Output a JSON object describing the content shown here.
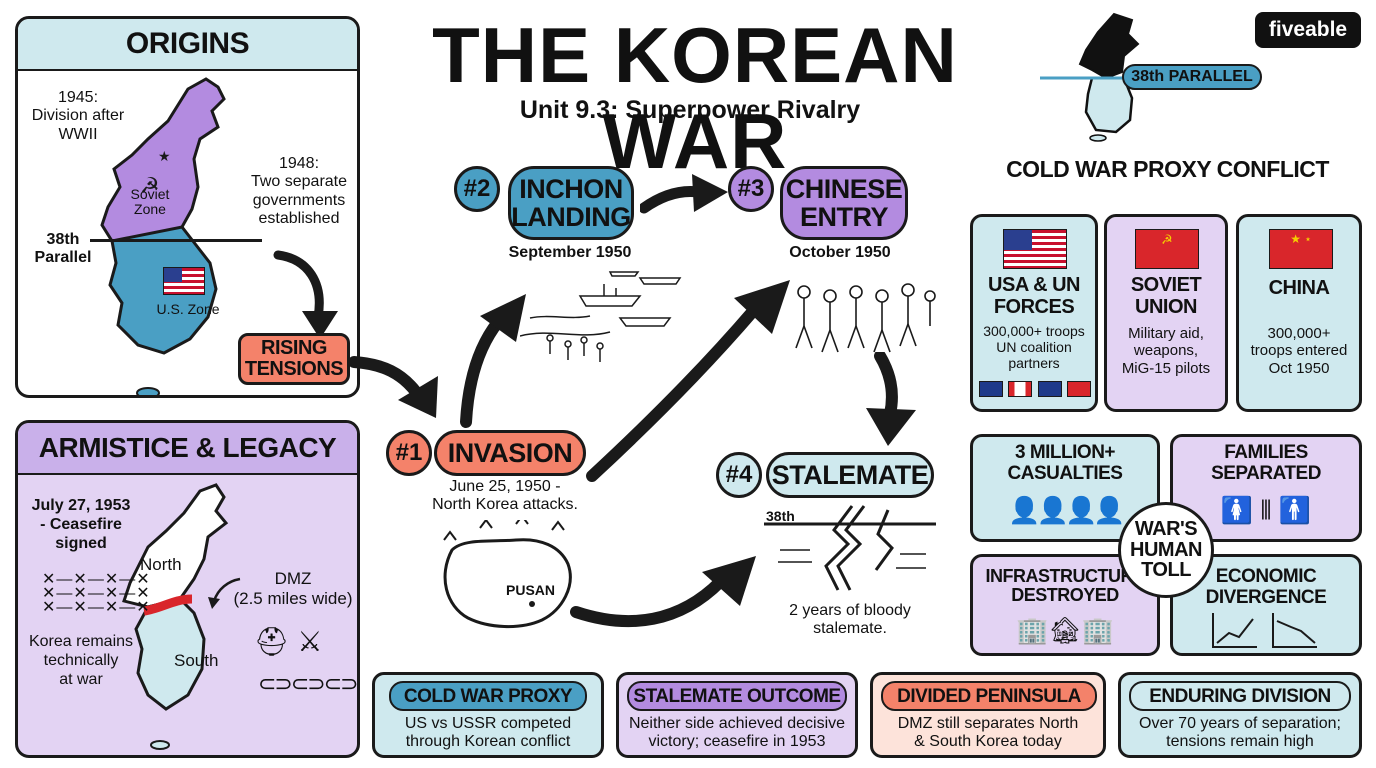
{
  "header": {
    "title": "THE KOREAN WAR",
    "subtitle": "Unit 9.3: Superpower Rivalry",
    "logo": "fiveable",
    "parallel_label": "38th PARALLEL"
  },
  "origins": {
    "title": "ORIGINS",
    "event_1945": "1945:\nDivision after\nWWII",
    "event_1948": "1948:\nTwo separate\ngovernments\nestablished",
    "parallel": "38th\nParallel",
    "soviet_zone": "Soviet\nZone",
    "us_zone": "U.S. Zone",
    "rising": "RISING\nTENSIONS"
  },
  "armistice": {
    "title": "ARMISTICE & LEGACY",
    "date": "July 27, 1953\n- Ceasefire\nsigned",
    "north": "North",
    "south": "South",
    "dmz": "DMZ\n(2.5 miles wide)",
    "remains": "Korea remains\ntechnically\nat war"
  },
  "timeline": {
    "invasion": {
      "num": "#1",
      "label": "INVASION",
      "desc": "June 25, 1950 -\nNorth Korea attacks.",
      "map_label": "PUSAN"
    },
    "inchon": {
      "num": "#2",
      "label": "INCHON\nLANDING",
      "desc": "September 1950"
    },
    "chinese": {
      "num": "#3",
      "label": "CHINESE\nENTRY",
      "desc": "October 1950"
    },
    "stalemate": {
      "num": "#4",
      "label": "STALEMATE",
      "desc": "2 years of bloody\nstalemate.",
      "line_label": "38th"
    }
  },
  "proxy": {
    "title": "COLD WAR PROXY CONFLICT",
    "cards": [
      {
        "title": "USA & UN\nFORCES",
        "desc": "300,000+ troops\nUN coalition\npartners"
      },
      {
        "title": "SOVIET\nUNION",
        "desc": "Military aid,\nweapons,\nMiG-15 pilots"
      },
      {
        "title": "CHINA",
        "desc": "300,000+\ntroops entered\nOct 1950"
      }
    ]
  },
  "toll": {
    "center": "WAR'S\nHUMAN\nTOLL",
    "items": [
      "3 MILLION+\nCASUALTIES",
      "FAMILIES\nSEPARATED",
      "INFRASTRUCTURE\nDESTROYED",
      "ECONOMIC\nDIVERGENCE"
    ]
  },
  "bottom": [
    {
      "title": "COLD WAR PROXY",
      "desc": "US vs USSR competed\nthrough Korean conflict"
    },
    {
      "title": "STALEMATE OUTCOME",
      "desc": "Neither side achieved decisive\nvictory; ceasefire in 1953"
    },
    {
      "title": "DIVIDED PENINSULA",
      "desc": "DMZ still separates North\n& South Korea today"
    },
    {
      "title": "ENDURING DIVISION",
      "desc": "Over 70 years of separation;\ntensions remain high"
    }
  ],
  "colors": {
    "teal": "#cfe9ee",
    "teal_dark": "#4a9fc4",
    "purple": "#e3d3f3",
    "purple_dark": "#b38be0",
    "orange": "#f4826a",
    "peach": "#fde3da",
    "ink": "#1a1a1a"
  }
}
